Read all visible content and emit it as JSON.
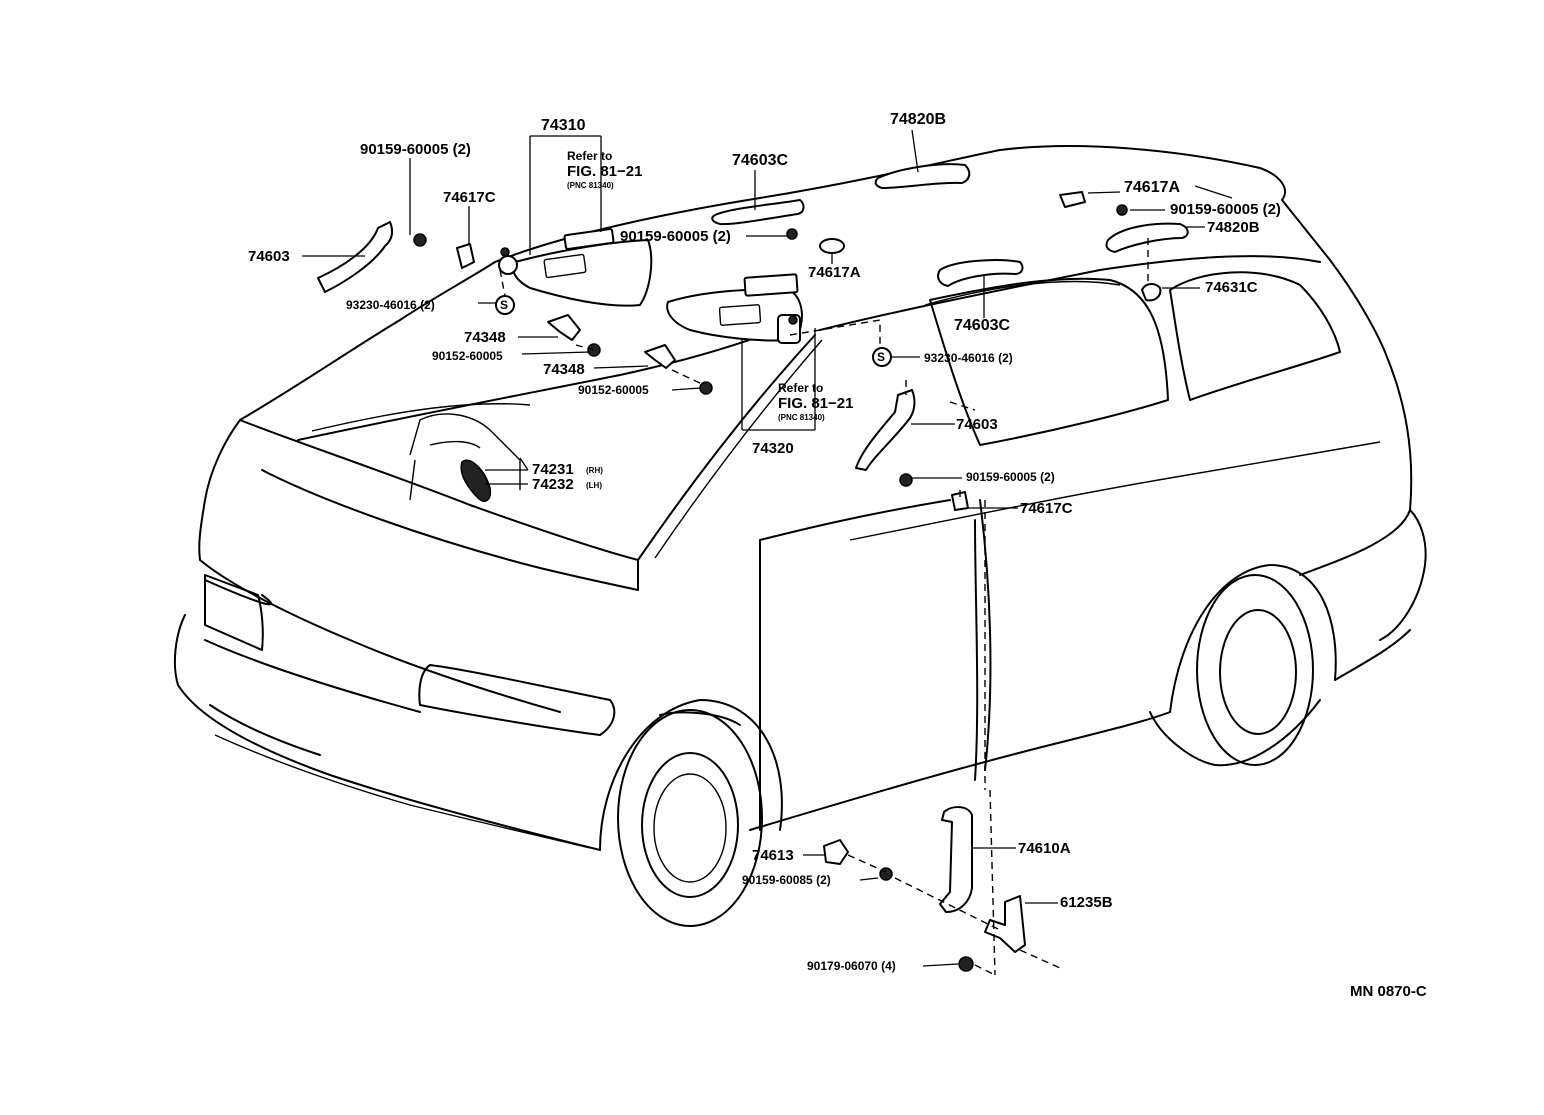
{
  "labels": {
    "p74310": "74310",
    "p74820B_top": "74820B",
    "p90159_tl": "90159-60005 (2)",
    "refer_top_1": "Refer to",
    "refer_top_2": "FIG. 81−21",
    "refer_top_3": "(PNC 81340)",
    "p74603C_top": "74603C",
    "p74617C_top": "74617C",
    "p74617A_right": "74617A",
    "p90159_right": "90159-60005 (2)",
    "p74820B_right": "74820B",
    "p74603_left": "74603",
    "p90159_mid": "90159-60005 (2)",
    "p74617A_mid": "74617A",
    "p74631C": "74631C",
    "p93230_left": "93230-46016 (2)",
    "p74603C_mid": "74603C",
    "p74348_a": "74348",
    "p93230_right": "93230-46016 (2)",
    "p90152_a": "90152-60005",
    "p74348_b": "74348",
    "p90152_b": "90152-60005",
    "refer_mid_1": "Refer to",
    "refer_mid_2": "FIG. 81−21",
    "refer_mid_3": "(PNC 81340)",
    "p74603_right": "74603",
    "p74320": "74320",
    "p74231": "74231",
    "p74231_side": "(RH)",
    "p74232": "74232",
    "p74232_side": "(LH)",
    "p90159_low": "90159-60005 (2)",
    "p74617C_low": "74617C",
    "p74610A": "74610A",
    "p74613": "74613",
    "p90159_60085": "90159-60085 (2)",
    "p61235B": "61235B",
    "p90179": "90179-06070 (4)",
    "s_left": "S",
    "s_right": "S",
    "mn_code": "MN 0870-C"
  }
}
